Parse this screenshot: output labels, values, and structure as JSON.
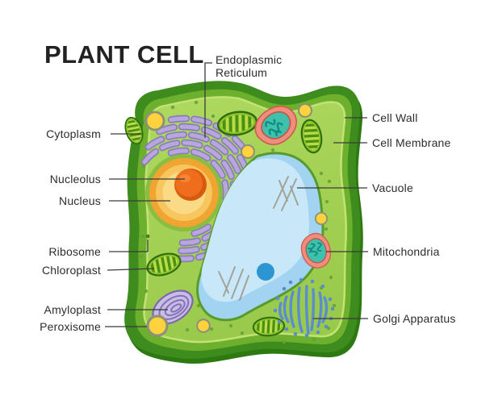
{
  "title": "PLANT CELL",
  "labels": {
    "endoplasmic_reticulum": "Endoplasmic Reticulum",
    "cytoplasm": "Cytoplasm",
    "nucleolus": "Nucleolus",
    "nucleus": "Nucleus",
    "ribosome": "Ribosome",
    "chloroplast": "Chloroplast",
    "amyloplast": "Amyloplast",
    "peroxisome": "Peroxisome",
    "cell_wall": "Cell Wall",
    "cell_membrane": "Cell Membrane",
    "vacuole": "Vacuole",
    "mitochondria": "Mitochondria",
    "golgi_apparatus": "Golgi Apparatus"
  },
  "colors": {
    "background": "#ffffff",
    "title_text": "#222222",
    "label_text": "#2d2d2d",
    "leader_line": "#3a3a3a",
    "cell_wall_dark_green": "#3e8b1e",
    "cell_wall_shadow_green": "#2d7a12",
    "cell_membrane_green": "#6cb02e",
    "cytoplasm_green": "#a5d058",
    "vacuole_blue": "#a2d3f1",
    "vacuole_light_blue": "#c8e8fa",
    "vacuole_dark_spot_blue": "#2d95d1",
    "nucleus_yellow": "#f7c65e",
    "nucleus_ring_orange": "#f0a431",
    "nucleolus_orange": "#ee6e1d",
    "er_purple": "#b7a7dc",
    "chloroplast_green": "#8fc52f",
    "chloroplast_stripe_green": "#4c9012",
    "mitochondria_pink": "#ef8e7e",
    "mitochondria_teal": "#3fc0ad",
    "golgi_blue": "#5b8cd2",
    "peroxisome_yellow": "#ffd23e"
  }
}
